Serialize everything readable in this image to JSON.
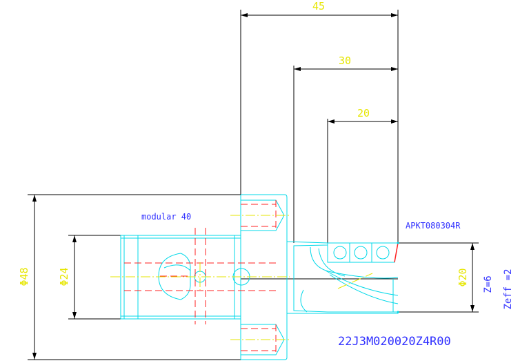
{
  "drawing": {
    "dimensions": {
      "length_45": "45",
      "length_30": "30",
      "length_20": "20",
      "dia_48": "Φ48",
      "dia_24": "Φ24",
      "dia_20": "Φ20"
    },
    "notes": {
      "adapter": "modular 40",
      "insert": "APKT080304R",
      "teeth": "Z=6",
      "zeff": "Zeff =2",
      "part_code": "22J3M020020Z4R00"
    },
    "colors": {
      "dimension_line": "#000000",
      "dimension_text": "#e6e600",
      "outline": "#00d8e8",
      "hidden": "#ff2020",
      "center": "#e6e600",
      "note": "#3030ff"
    }
  }
}
